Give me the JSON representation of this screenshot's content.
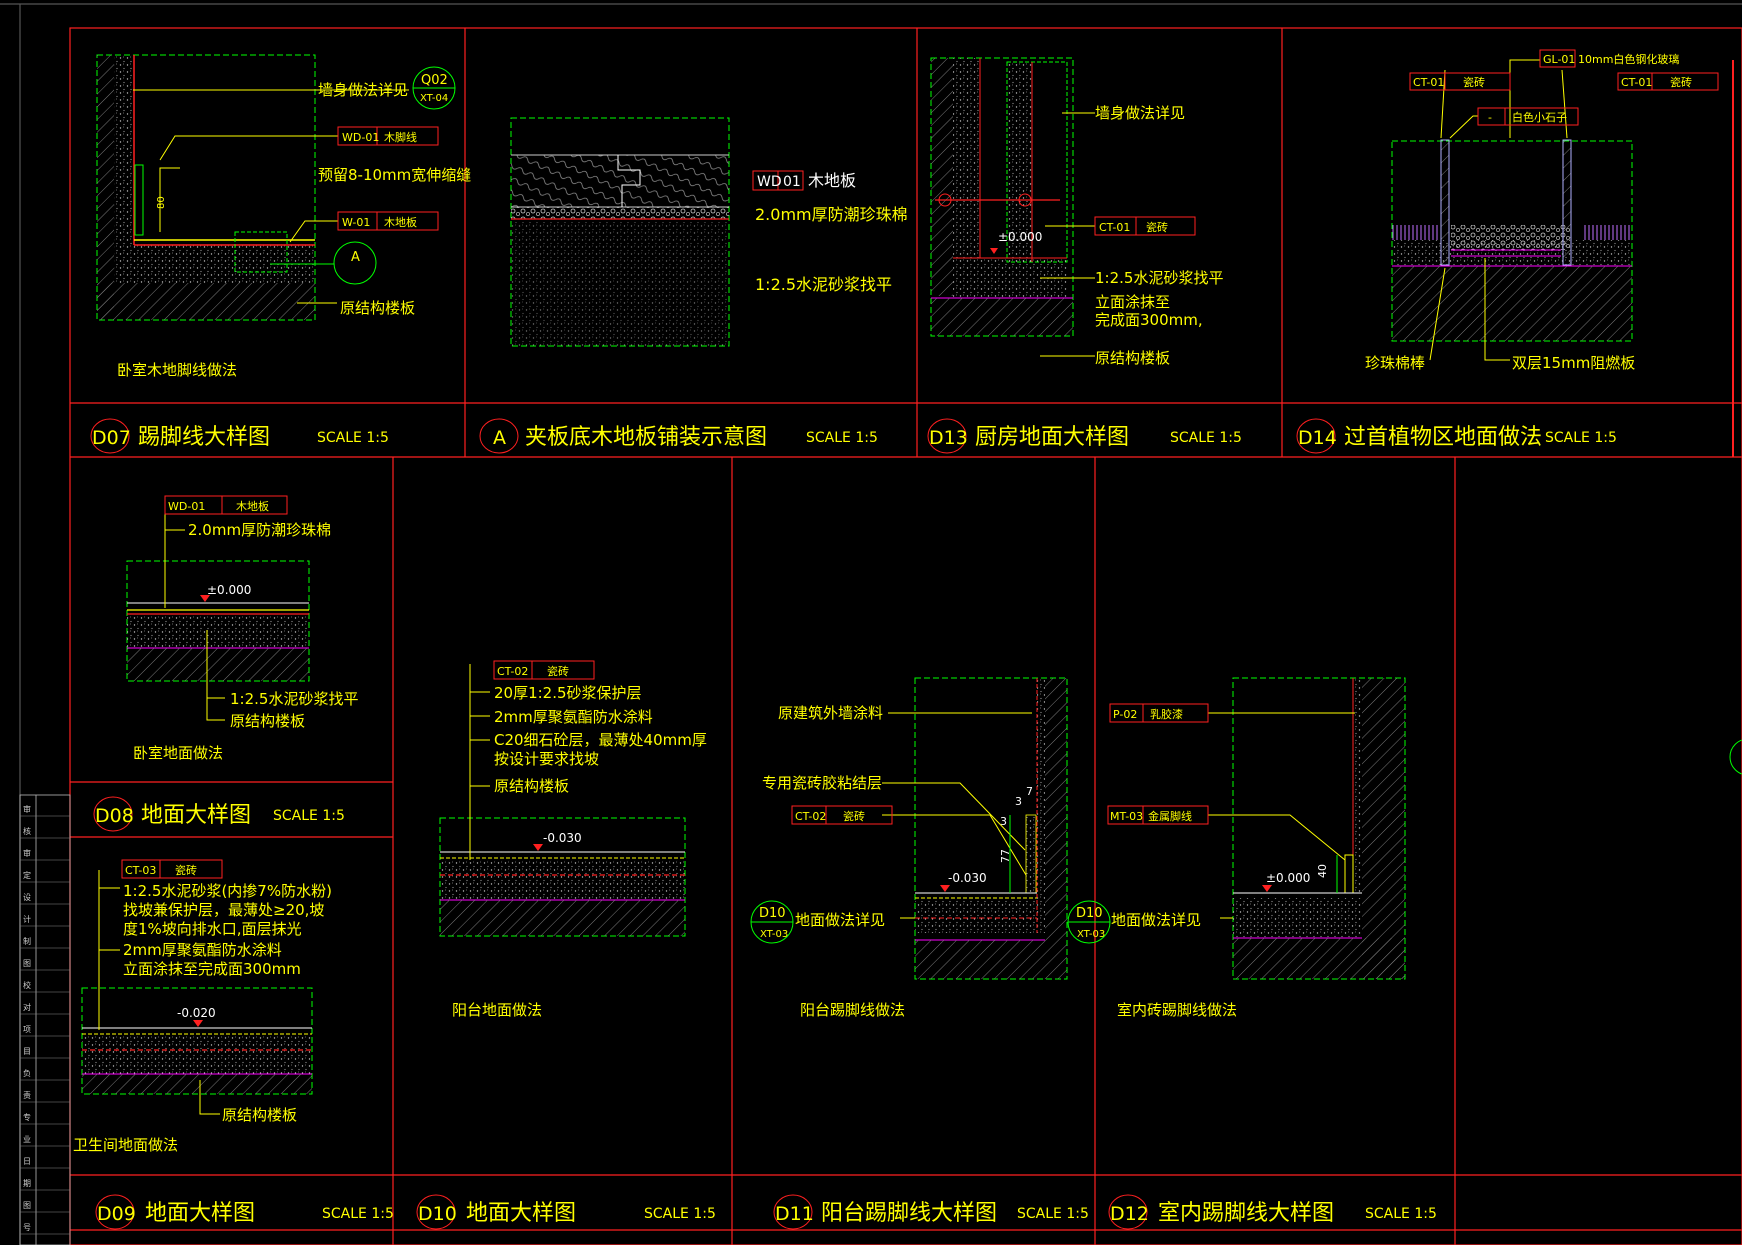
{
  "colors": {
    "background": "#000000",
    "frame": "#ff2020",
    "label": "#ffff00",
    "section_outline": "#00ff00",
    "hatch": "#8a8a8a",
    "waterproof": "#ff00ff"
  },
  "panels": {
    "d07": {
      "num": "D07",
      "title": "踢脚线大样图",
      "scale": "SCALE 1:5",
      "caption": "卧室木地脚线做法",
      "ref_code": "Q02",
      "ref_sheet": "XT-04",
      "section_ref": "A",
      "dim_80": "80",
      "l_wall": "墙身做法详见",
      "t_wd01": "WD-01",
      "t_wd01_n": "木脚线",
      "l_gap": "预留8-10mm宽伸缩缝",
      "t_w01": "W-01",
      "t_w01_n": "木地板",
      "l_slab": "原结构楼板"
    },
    "a": {
      "num": "A",
      "title": "夹板底木地板铺装示意图",
      "scale": "SCALE 1:5",
      "t_wd": "WD",
      "t_01": "01",
      "t_name": "木地板",
      "l_1": "2.0mm厚防潮珍珠棉",
      "l_2": "1:2.5水泥砂浆找平"
    },
    "d13": {
      "num": "D13",
      "title": "厨房地面大样图",
      "scale": "SCALE 1:5",
      "l_wall": "墙身做法详见",
      "t_ct01": "CT-01",
      "t_ct01_n": "瓷砖",
      "lvl": "±0.000",
      "l_1": "1:2.5水泥砂浆找平",
      "l_2": "立面涂抹至",
      "l_3": "完成面300mm,",
      "l_slab": "原结构楼板"
    },
    "d14": {
      "num": "D14",
      "title": "过首植物区地面做法",
      "scale": "SCALE 1:5",
      "t_gl01": "GL-01",
      "t_gl01_n": "10mm白色钢化玻璃",
      "t_ct01a": "CT-01",
      "t_ct01a_n": "瓷砖",
      "t_ct01b": "CT-01",
      "t_ct01b_n": "瓷砖",
      "t_dash": "-",
      "t_stone": "白色小石子",
      "l_pearl": "珍珠棉棒",
      "l_board": "双层15mm阻燃板"
    },
    "d08": {
      "num": "D08",
      "title": "地面大样图",
      "scale": "SCALE 1:5",
      "caption": "卧室地面做法",
      "t_wd01": "WD-01",
      "t_wd01_n": "木地板",
      "l_1": "2.0mm厚防潮珍珠棉",
      "lvl": "±0.000",
      "l_2": "1:2.5水泥砂浆找平",
      "l_3": "原结构楼板"
    },
    "d09": {
      "num": "D09",
      "title": "地面大样图",
      "scale": "SCALE 1:5",
      "caption": "卫生间地面做法",
      "t_ct03": "CT-03",
      "t_ct03_n": "瓷砖",
      "l_1": "1:2.5水泥砂浆(内掺7%防水粉)",
      "l_2": "找坡兼保护层，最薄处≥20,坡",
      "l_3": "度1%坡向排水口,面层抹光",
      "l_4": "2mm厚聚氨酯防水涂料",
      "l_5": "立面涂抹至完成面300mm",
      "lvl": "-0.020",
      "l_slab": "原结构楼板"
    },
    "d10": {
      "num": "D10",
      "title": "地面大样图",
      "scale": "SCALE 1:5",
      "caption": "阳台地面做法",
      "t_ct02": "CT-02",
      "t_ct02_n": "瓷砖",
      "l_1": "20厚1:2.5砂浆保护层",
      "l_2": "2mm厚聚氨酯防水涂料",
      "l_3": "C20细石砼层，最薄处40mm厚",
      "l_4": "按设计要求找坡",
      "l_5": "原结构楼板",
      "lvl": "-0.030"
    },
    "d11": {
      "num": "D11",
      "title": "阳台踢脚线大样图",
      "scale": "SCALE 1:5",
      "caption": "阳台踢脚线做法",
      "l_wall": "原建筑外墙涂料",
      "l_glue": "专用瓷砖胶粘结层",
      "t_ct02": "CT-02",
      "t_ct02_n": "瓷砖",
      "ref_code": "D10",
      "ref_sheet": "XT-03",
      "l_floor": "地面做法详见",
      "lvl": "-0.030",
      "dim_a": "7",
      "dim_b": "3",
      "dim_c": "3",
      "dim_d": "77"
    },
    "d12": {
      "num": "D12",
      "title": "室内踢脚线大样图",
      "scale": "SCALE 1:5",
      "caption": "室内砖踢脚线做法",
      "t_p02": "P-02",
      "t_p02_n": "乳胶漆",
      "t_mt03": "MT-03",
      "t_mt03_n": "金属脚线",
      "ref_code": "D10",
      "ref_sheet": "XT-03",
      "l_floor": "地面做法详见",
      "lvl": "±0.000",
      "dim_40": "40"
    }
  },
  "title_block": [
    "审",
    "核",
    "审",
    "定",
    "设",
    "计",
    "制",
    "图",
    "校",
    "对",
    "项",
    "目",
    "负",
    "责",
    "专",
    "业",
    "日",
    "期",
    "图",
    "号"
  ]
}
